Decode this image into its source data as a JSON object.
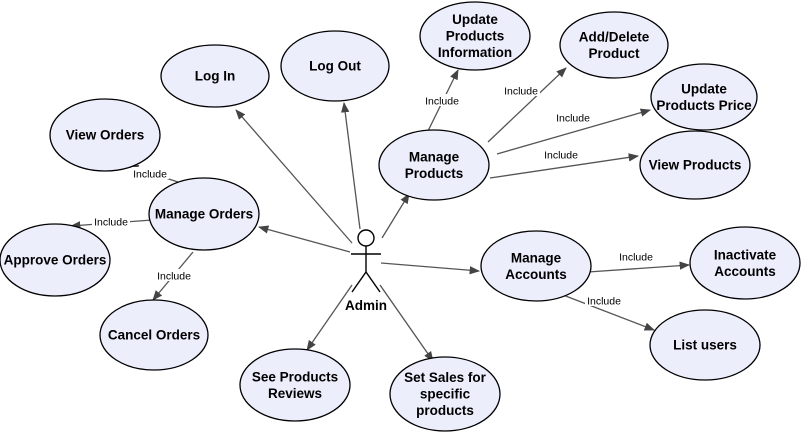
{
  "actor": {
    "label": "Admin"
  },
  "use_cases": {
    "log_in": [
      "Log In"
    ],
    "log_out": [
      "Log Out"
    ],
    "update_info": [
      "Update",
      "Products",
      "Information"
    ],
    "add_delete": [
      "Add/Delete",
      "Product"
    ],
    "update_price": [
      "Update",
      "Products Price"
    ],
    "view_products": [
      "View Products"
    ],
    "manage_products": [
      "Manage",
      "Products"
    ],
    "view_orders": [
      "View Orders"
    ],
    "manage_orders": [
      "Manage Orders"
    ],
    "approve_orders": [
      "Approve Orders"
    ],
    "cancel_orders": [
      "Cancel Orders"
    ],
    "manage_accounts": [
      "Manage",
      "Accounts"
    ],
    "inactivate_accounts": [
      "Inactivate",
      "Accounts"
    ],
    "list_users": [
      "List users"
    ],
    "see_reviews": [
      "See Products",
      "Reviews"
    ],
    "set_sales": [
      "Set Sales for",
      "specific",
      "products"
    ]
  },
  "associations": [
    {
      "from": "actor",
      "to": "log_in"
    },
    {
      "from": "actor",
      "to": "log_out"
    },
    {
      "from": "actor",
      "to": "manage_products"
    },
    {
      "from": "actor",
      "to": "manage_orders"
    },
    {
      "from": "actor",
      "to": "manage_accounts"
    },
    {
      "from": "actor",
      "to": "see_reviews"
    },
    {
      "from": "actor",
      "to": "set_sales"
    }
  ],
  "includes": [
    {
      "from": "manage_products",
      "to": "update_info",
      "label": "Include"
    },
    {
      "from": "manage_products",
      "to": "add_delete",
      "label": "Include"
    },
    {
      "from": "manage_products",
      "to": "update_price",
      "label": "Include"
    },
    {
      "from": "manage_products",
      "to": "view_products",
      "label": "Include"
    },
    {
      "from": "manage_orders",
      "to": "view_orders",
      "label": "Include"
    },
    {
      "from": "manage_orders",
      "to": "approve_orders",
      "label": "Include"
    },
    {
      "from": "manage_orders",
      "to": "cancel_orders",
      "label": "Include"
    },
    {
      "from": "manage_accounts",
      "to": "inactivate_accounts",
      "label": "Include"
    },
    {
      "from": "manage_accounts",
      "to": "list_users",
      "label": "Include"
    }
  ],
  "colors": {
    "fill": "#eceefc",
    "stroke": "#000000",
    "edge": "#555555"
  }
}
